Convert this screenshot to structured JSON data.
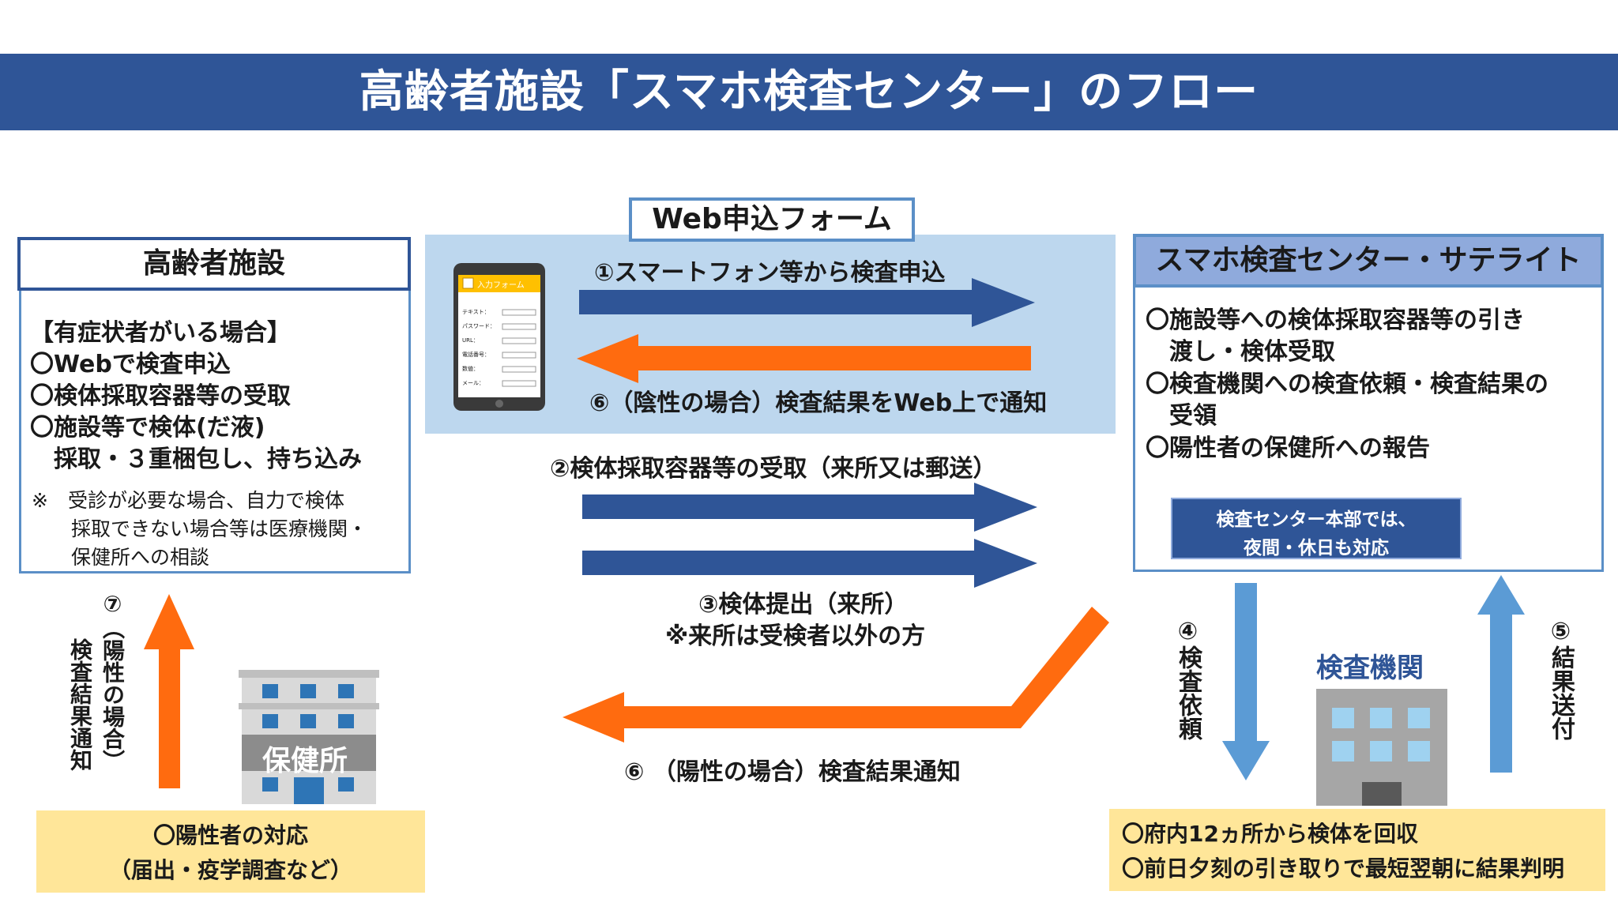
{
  "title": "高齢者施設「スマホ検査センター」のフロー",
  "web_form": {
    "label": "Web申込フォーム",
    "phone_screen": {
      "header": "入力フォーム",
      "fields": [
        "テキスト：",
        "パスワード：",
        "URL：",
        "電話番号：",
        "数値：",
        "メール："
      ]
    }
  },
  "facility": {
    "heading": "高齢者施設",
    "lines": [
      "【有症状者がいる場合】",
      "〇Webで検査申込",
      "〇検体採取容器等の受取",
      "〇施設等で検体(だ液)",
      "　採取・３重梱包し、持ち込み"
    ],
    "note_lines": [
      "※　受診が必要な場合、自力で検体",
      "　　採取できない場合等は医療機関・",
      "　　保健所への相談"
    ]
  },
  "center": {
    "heading": "スマホ検査センター・サテライト",
    "lines": [
      "〇施設等への検体採取容器等の引き",
      "　渡し・検体受取",
      "〇検査機関への検査依頼・検査結果の",
      "　受領",
      "〇陽性者の保健所への報告"
    ],
    "badge_lines": [
      "検査センター本部では、",
      "夜間・休日も対応"
    ]
  },
  "flows": {
    "step1": "①スマートフォン等から検査申込",
    "step6_negative": "⑥（陰性の場合）検査結果をWeb上で通知",
    "step2": "②検体採取容器等の受取（来所又は郵送）",
    "step3_line1": "③検体提出（来所）",
    "step3_line2": "※来所は受検者以外の方",
    "step6_positive": "⑥ （陽性の場合）検査結果通知",
    "step4": "④検査依頼",
    "step5": "⑤結果送付",
    "step7_line1": "⑦（陽性の場合）",
    "step7_line2": "検査結果通知"
  },
  "lab": {
    "label": "検査機関",
    "lines": [
      "〇府内12ヵ所から検体を回収",
      "〇前日夕刻の引き取りで最短翌朝に結果判明"
    ]
  },
  "health_center": {
    "sign": "保健所",
    "lines": [
      "〇陽性者の対応",
      "（届出・疫学調査など）"
    ]
  },
  "colors": {
    "title_bar": "#2f5597",
    "dark_arrow": "#2f5597",
    "orange_arrow": "#ff6b0f",
    "light_blue_panel": "#bdd7ee",
    "heading_fill": "#8faadc",
    "cream_box": "#ffe699",
    "blue_arrow": "#5b9bd5"
  }
}
